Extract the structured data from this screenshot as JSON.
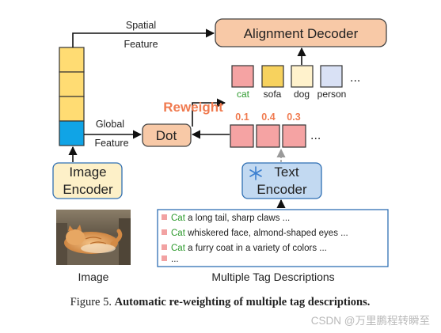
{
  "nodes": {
    "alignment_decoder": "Alignment Decoder",
    "dot": "Dot",
    "image_encoder": [
      "Image",
      "Encoder"
    ],
    "text_encoder": [
      "Text",
      "Encoder"
    ]
  },
  "edge_labels": {
    "spatial_feature": [
      "Spatial",
      "Feature"
    ],
    "global_feature": [
      "Global",
      "Feature"
    ],
    "reweight": "Reweight"
  },
  "tags": [
    "cat",
    "sofa",
    "dog",
    "person"
  ],
  "tag_ellipsis": "...",
  "weights": [
    "0.1",
    "0.4",
    "0.3"
  ],
  "weight_ellipsis": "...",
  "image_label": "Image",
  "image_desc": "photo of an orange cat sleeping on a sofa",
  "descriptions_label": "Multiple Tag Descriptions",
  "descriptions": [
    {
      "tag": "Cat",
      "text": " a long tail, sharp claws ..."
    },
    {
      "tag": "Cat",
      "text": " whiskered face, almond-shaped eyes ..."
    },
    {
      "tag": "Cat",
      "text": " a furry coat in a variety of colors ..."
    },
    {
      "tag": "",
      "text": "..."
    }
  ],
  "caption": {
    "prefix": "Figure 5. ",
    "title": "Automatic re-weighting of multiple tag descriptions."
  },
  "watermark": "CSDN @万里鹏程转瞬至",
  "colors": {
    "box_fill": "#f8c9a7",
    "encoder_fill": "#fdf0c8",
    "text_encoder_fill": "#c2d9f1",
    "text_encoder_stroke": "#2f6fb3",
    "feature_yellow": "#ffdc73",
    "feature_blue": "#10a4e6",
    "tag_pink": "#f5a3a3",
    "tag_yellow": "#f7d25e",
    "tag_cream": "#fff2cc",
    "tag_lavender": "#d9e1f5",
    "weight_red": "#f07b50",
    "tag_green": "#2e9a2e",
    "bullet_pink": "#f2a2a2",
    "arrow_grey": "#9a9a9a"
  }
}
